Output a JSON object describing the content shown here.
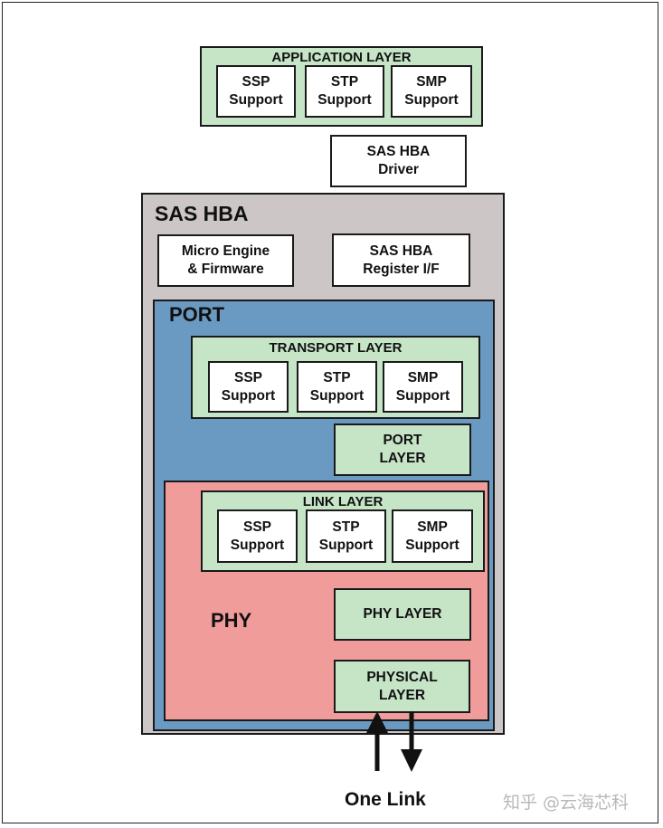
{
  "application_layer": {
    "title": "APPLICATION LAYER",
    "boxes": [
      "SSP\nSupport",
      "STP\nSupport",
      "SMP\nSupport"
    ]
  },
  "driver": {
    "label": "SAS HBA\nDriver"
  },
  "hba": {
    "title": "SAS HBA",
    "micro_engine": "Micro Engine\n& Firmware",
    "register": "SAS HBA\nRegister I/F"
  },
  "port": {
    "title": "PORT",
    "transport_layer": {
      "title": "TRANSPORT LAYER",
      "boxes": [
        "SSP\nSupport",
        "STP\nSupport",
        "SMP\nSupport"
      ]
    },
    "port_layer": "PORT\nLAYER"
  },
  "phy": {
    "title": "PHY",
    "link_layer": {
      "title": "LINK LAYER",
      "boxes": [
        "SSP\nSupport",
        "STP\nSupport",
        "SMP\nSupport"
      ]
    },
    "phy_layer": "PHY LAYER",
    "physical_layer": "PHYSICAL\nLAYER"
  },
  "link_label": "One Link",
  "watermark": "知乎 @云海芯科",
  "colors": {
    "green": "#c6e5c7",
    "grey": "#cdc6c6",
    "blue": "#6a9ac2",
    "pink": "#f09c9b"
  }
}
